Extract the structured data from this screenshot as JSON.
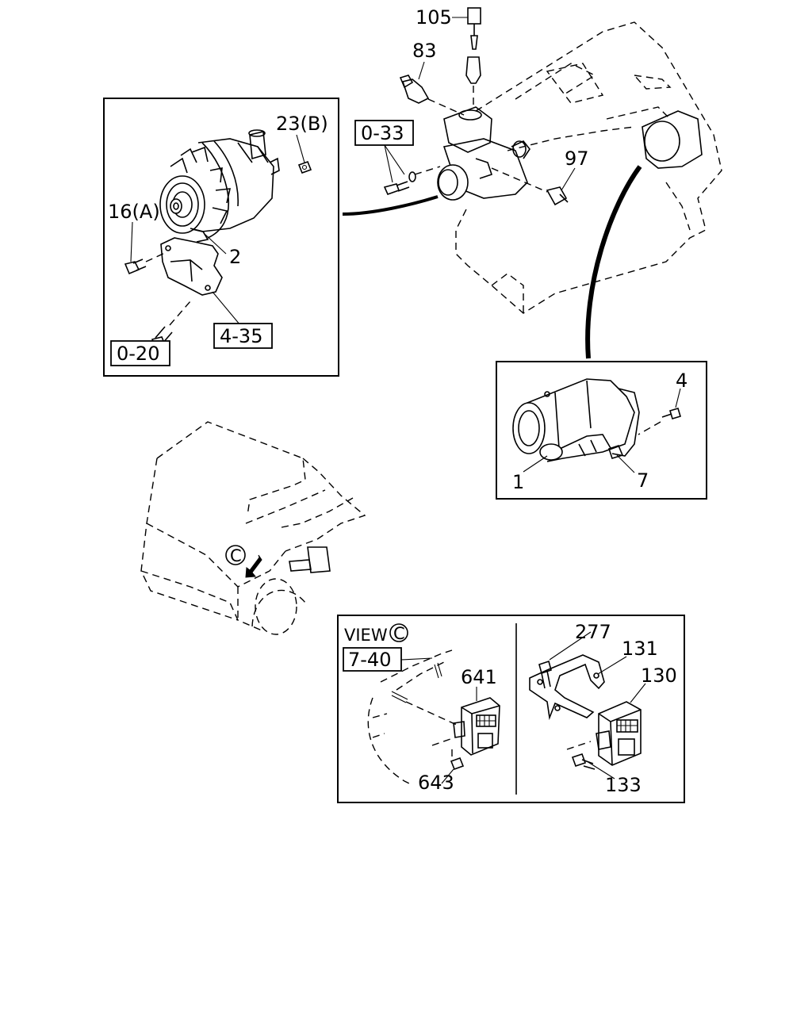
{
  "callouts": {
    "p105": "105",
    "p83": "83",
    "p23b": "23(B)",
    "p033": "0-33",
    "p97": "97",
    "p16a": "16(A)",
    "p2": "2",
    "p435": "4-35",
    "p020": "0-20",
    "p4": "4",
    "p1": "1",
    "p7": "7",
    "view": "VIEW",
    "view_marker": "C",
    "hood_marker": "C",
    "p740": "7-40",
    "p641": "641",
    "p643": "643",
    "p277": "277",
    "p131": "131",
    "p130": "130",
    "p133": "133"
  },
  "icons": {
    "view_marker_shape": "circle-letter",
    "hood_arrow": "arrow-down-left-icon"
  }
}
